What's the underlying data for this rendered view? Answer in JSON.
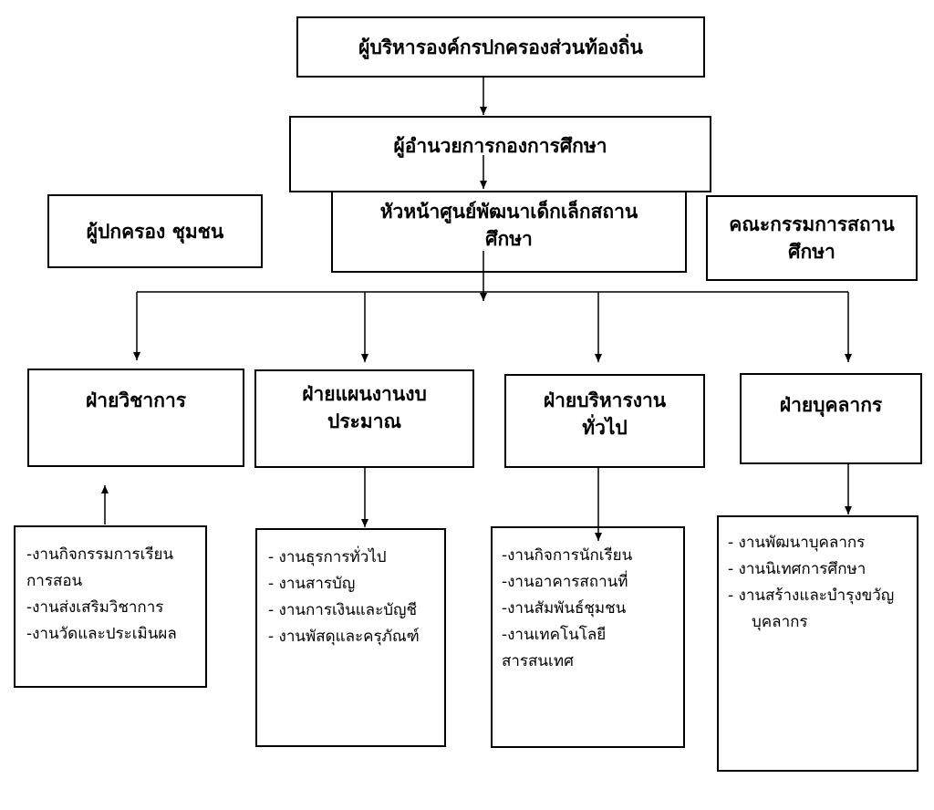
{
  "org_chart": {
    "top": "ผู้บริหารองค์กรปกครองส่วนท้องถิ่น",
    "director": "ผู้อำนวยการกองการศึกษา",
    "head": "หัวหน้าศูนย์พัฒนาเด็กเล็กสถานศึกษา",
    "parents": "ผู้ปกครอง ชุมชน",
    "committee": "คณะกรรมการสถานศึกษา",
    "departments": [
      {
        "name": "ฝ่ายวิชาการ",
        "tasks": [
          "-งานกิจกรรมการเรียนการสอน",
          "-งานส่งเสริมวิชาการ",
          "-งานวัดและประเมินผล"
        ]
      },
      {
        "name": "ฝ่ายแผนงานงบประมาณ",
        "tasks": [
          "- งานธุรการทั่วไป",
          "- งานสารบัญ",
          "- งานการเงินและบัญชี",
          "- งานพัสดุและครุภัณฑ์"
        ]
      },
      {
        "name": "ฝ่ายบริหารงานทั่วไป",
        "tasks": [
          "-งานกิจการนักเรียน",
          "-งานอาคารสถานที่",
          "-งานสัมพันธ์ชุมชน",
          "-งานเทคโนโลยีสารสนเทศ"
        ]
      },
      {
        "name": "ฝ่ายบุคลากร",
        "tasks": [
          "- งานพัฒนาบุคลากร",
          "- งานนิเทศการศึกษา",
          "- งานสร้างและบำรุงขวัญบุคลากร"
        ]
      }
    ]
  }
}
